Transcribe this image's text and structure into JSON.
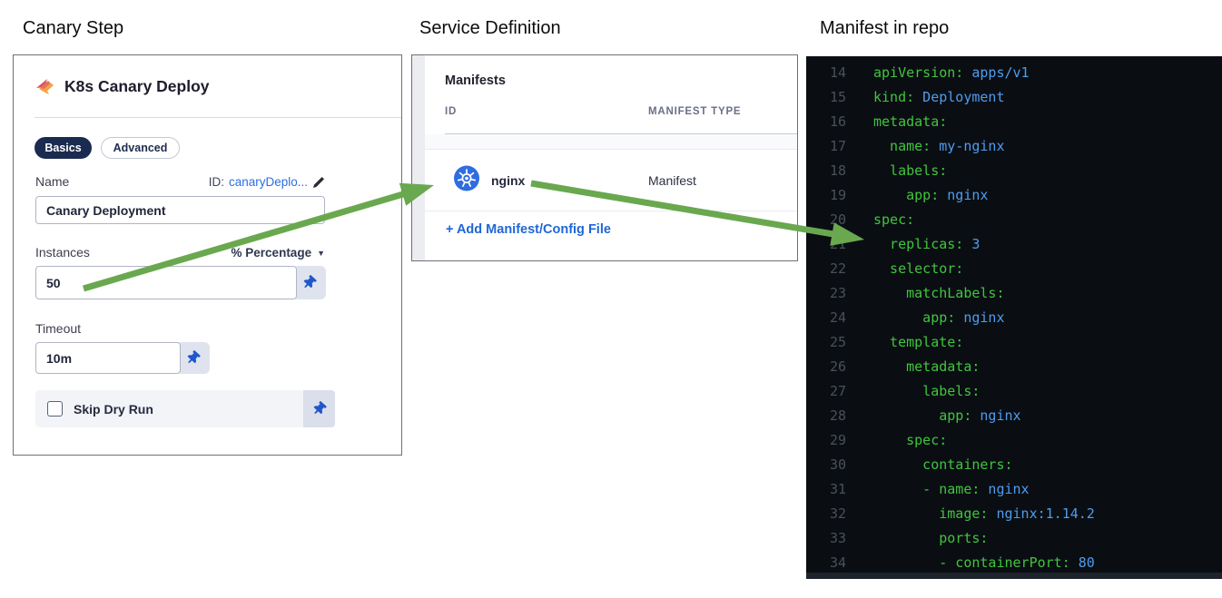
{
  "headings": {
    "left": "Canary Step",
    "middle": "Service Definition",
    "right": "Manifest in repo"
  },
  "canary_step": {
    "title": "K8s Canary Deploy",
    "tabs": [
      {
        "label": "Basics",
        "active": true
      },
      {
        "label": "Advanced",
        "active": false
      }
    ],
    "name_field": {
      "label": "Name",
      "id_prefix": "ID:",
      "id_value": "canaryDeplo...",
      "value": "Canary Deployment"
    },
    "instances_field": {
      "label": "Instances",
      "unit_selector": "% Percentage",
      "value": "50"
    },
    "timeout_field": {
      "label": "Timeout",
      "value": "10m"
    },
    "skip_dry_run": {
      "label": "Skip Dry Run",
      "checked": false
    }
  },
  "service_definition": {
    "card_title": "Manifests",
    "columns": [
      "ID",
      "MANIFEST TYPE"
    ],
    "rows": [
      {
        "id": "nginx",
        "manifest_type": "Manifest",
        "icon": "kubernetes-icon"
      }
    ],
    "add_link": "+ Add Manifest/Config File"
  },
  "manifest_code": {
    "lines": [
      {
        "num": "14",
        "tokens": [
          [
            "k",
            "apiVersion:"
          ],
          [
            "v",
            " apps/v1"
          ]
        ]
      },
      {
        "num": "15",
        "tokens": [
          [
            "k",
            "kind:"
          ],
          [
            "v",
            " Deployment"
          ]
        ]
      },
      {
        "num": "16",
        "tokens": [
          [
            "k",
            "metadata:"
          ]
        ]
      },
      {
        "num": "17",
        "tokens": [
          [
            "k",
            "  name:"
          ],
          [
            "v",
            " my-nginx"
          ]
        ]
      },
      {
        "num": "18",
        "tokens": [
          [
            "k",
            "  labels:"
          ]
        ]
      },
      {
        "num": "19",
        "tokens": [
          [
            "k",
            "    app:"
          ],
          [
            "v",
            " nginx"
          ]
        ]
      },
      {
        "num": "20",
        "tokens": [
          [
            "k",
            "spec:"
          ]
        ]
      },
      {
        "num": "21",
        "tokens": [
          [
            "k",
            "  replicas:"
          ],
          [
            "v",
            " 3"
          ]
        ]
      },
      {
        "num": "22",
        "tokens": [
          [
            "k",
            "  selector:"
          ]
        ]
      },
      {
        "num": "23",
        "tokens": [
          [
            "k",
            "    matchLabels:"
          ]
        ]
      },
      {
        "num": "24",
        "tokens": [
          [
            "k",
            "      app:"
          ],
          [
            "v",
            " nginx"
          ]
        ]
      },
      {
        "num": "25",
        "tokens": [
          [
            "k",
            "  template:"
          ]
        ]
      },
      {
        "num": "26",
        "tokens": [
          [
            "k",
            "    metadata:"
          ]
        ]
      },
      {
        "num": "27",
        "tokens": [
          [
            "k",
            "      labels:"
          ]
        ]
      },
      {
        "num": "28",
        "tokens": [
          [
            "k",
            "        app:"
          ],
          [
            "v",
            " nginx"
          ]
        ]
      },
      {
        "num": "29",
        "tokens": [
          [
            "k",
            "    spec:"
          ]
        ]
      },
      {
        "num": "30",
        "tokens": [
          [
            "k",
            "      containers:"
          ]
        ]
      },
      {
        "num": "31",
        "tokens": [
          [
            "k",
            "      - name:"
          ],
          [
            "v",
            " nginx"
          ]
        ]
      },
      {
        "num": "32",
        "tokens": [
          [
            "k",
            "        image:"
          ],
          [
            "v",
            " nginx:1.14.2"
          ]
        ]
      },
      {
        "num": "33",
        "tokens": [
          [
            "k",
            "        ports:"
          ]
        ]
      },
      {
        "num": "34",
        "tokens": [
          [
            "k",
            "        - containerPort:"
          ],
          [
            "v",
            " 80"
          ]
        ]
      }
    ]
  },
  "colors": {
    "arrow_green": "#6aa84f",
    "link_blue": "#1f66d6",
    "id_link_blue": "#2b6fe3",
    "active_pill_navy": "#1b2b50",
    "pin_blue": "#2056cc",
    "kubernetes_blue": "#2f6de0",
    "code_background": "#0a0e13",
    "code_key_green": "#41c53c",
    "code_value_blue": "#4f9cf0",
    "code_line_number_gray": "#4b5058"
  }
}
